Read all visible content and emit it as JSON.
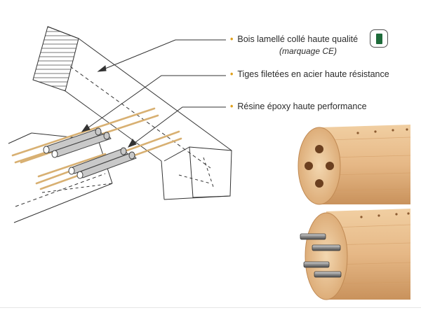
{
  "labels": {
    "wood": "Bois lamellé collé haute qualité",
    "wood_sub": "(marquage CE)",
    "rods": "Tiges filetées en acier haute résistance",
    "resin": "Résine époxy haute performance"
  },
  "bullet": "•",
  "colors": {
    "bullet": "#e0a11e",
    "ce_badge": "#1e6b3a",
    "wood_light": "#ecc79a",
    "wood_dark": "#c98d57",
    "rod_gold": "#d8b072",
    "steel": "#9a9a9a"
  },
  "icons": [
    "ce-marking-icon"
  ]
}
